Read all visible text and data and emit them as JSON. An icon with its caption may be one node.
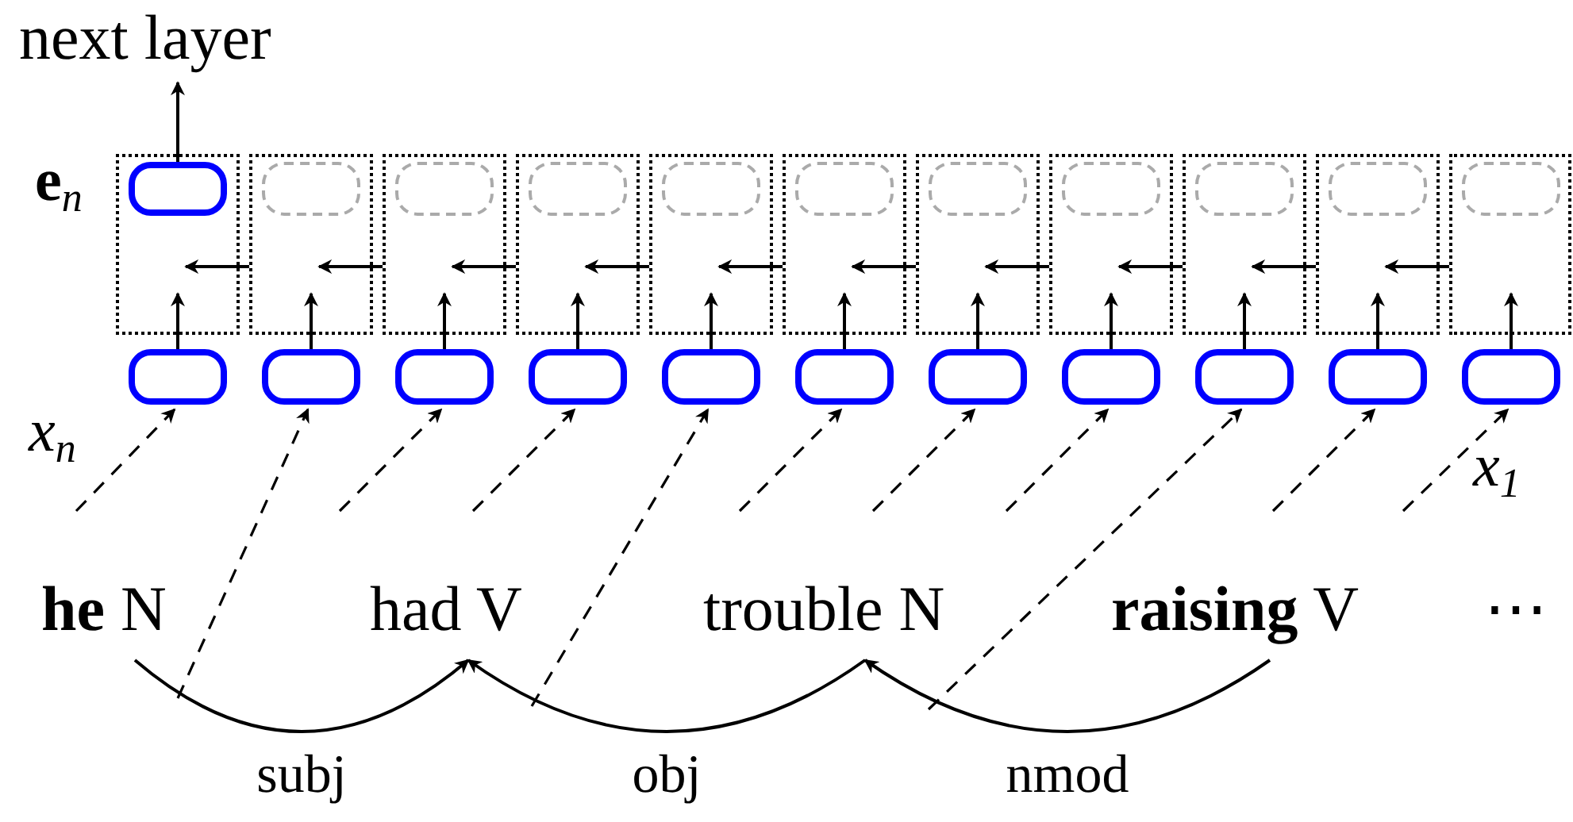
{
  "diagram": {
    "nodes": [
      {
        "text": [
          "next layer"
        ]
      },
      {
        "text": [],
        "shape": "box"
      },
      {
        "text": [],
        "shape": "box"
      },
      {
        "text": [],
        "shape": "box"
      },
      {
        "text": [],
        "shape": "box"
      },
      {
        "text": [],
        "shape": "box"
      },
      {
        "text": [],
        "shape": "box"
      },
      {
        "text": [],
        "shape": "box"
      },
      {
        "text": [],
        "shape": "box"
      },
      {
        "text": [],
        "shape": "box"
      },
      {
        "text": [],
        "shape": "box"
      },
      {
        "text": [],
        "shape": "box"
      },
      {
        "text": [],
        "shape": "box",
        "in": 1
      },
      {
        "text": [],
        "shape": "box",
        "in": 2
      },
      {
        "text": [],
        "shape": "box",
        "in": 3
      },
      {
        "text": [],
        "shape": "box",
        "in": 4
      },
      {
        "text": [],
        "shape": "box",
        "in": 5
      },
      {
        "text": [],
        "shape": "box",
        "in": 6
      },
      {
        "text": [],
        "shape": "box",
        "in": 7
      },
      {
        "text": [],
        "shape": "box",
        "in": 8
      },
      {
        "text": [],
        "shape": "box",
        "in": 9
      },
      {
        "text": [],
        "shape": "box",
        "in": 10
      },
      {
        "text": [],
        "shape": "box",
        "in": 11
      },
      {
        "text": [],
        "shape": "box"
      },
      {
        "text": [],
        "shape": "box"
      },
      {
        "text": [],
        "shape": "box"
      },
      {
        "text": [],
        "shape": "box"
      },
      {
        "text": [],
        "shape": "box"
      },
      {
        "text": [],
        "shape": "box"
      },
      {
        "text": [],
        "shape": "box"
      },
      {
        "text": [],
        "shape": "box"
      },
      {
        "text": [],
        "shape": "box"
      },
      {
        "text": [],
        "shape": "box"
      },
      {
        "text": [],
        "shape": "box"
      },
      {
        "text": [
          "**he** N"
        ]
      },
      {
        "text": [
          "had V"
        ]
      },
      {
        "text": [
          "trouble N"
        ]
      },
      {
        "text": [
          "**raising** V"
        ]
      },
      {
        "text": [
          "⋯"
        ]
      }
    ],
    "edges": [
      {
        "from": 12,
        "to": 0,
        "arrow": "to"
      },
      {
        "from": 2,
        "to": 1,
        "arrow": "to"
      },
      {
        "from": 3,
        "to": 2,
        "arrow": "to"
      },
      {
        "from": 4,
        "to": 3,
        "arrow": "to"
      },
      {
        "from": 5,
        "to": 4,
        "arrow": "to"
      },
      {
        "from": 6,
        "to": 5,
        "arrow": "to"
      },
      {
        "from": 7,
        "to": 6,
        "arrow": "to"
      },
      {
        "from": 8,
        "to": 7,
        "arrow": "to"
      },
      {
        "from": 9,
        "to": 8,
        "arrow": "to"
      },
      {
        "from": 10,
        "to": 9,
        "arrow": "to"
      },
      {
        "from": 11,
        "to": 10,
        "arrow": "to"
      },
      {
        "from": 23,
        "to": 1,
        "arrow": "to"
      },
      {
        "from": 24,
        "to": 2,
        "arrow": "to"
      },
      {
        "from": 25,
        "to": 3,
        "arrow": "to"
      },
      {
        "from": 26,
        "to": 4,
        "arrow": "to"
      },
      {
        "from": 27,
        "to": 5,
        "arrow": "to"
      },
      {
        "from": 28,
        "to": 6,
        "arrow": "to"
      },
      {
        "from": 29,
        "to": 7,
        "arrow": "to"
      },
      {
        "from": 30,
        "to": 8,
        "arrow": "to"
      },
      {
        "from": 31,
        "to": 9,
        "arrow": "to"
      },
      {
        "from": 32,
        "to": 10,
        "arrow": "to"
      },
      {
        "from": 33,
        "to": 11,
        "arrow": "to"
      },
      {
        "from": null,
        "to": 23,
        "arrow": "to",
        "style": "dashed"
      },
      {
        "from": null,
        "to": 24,
        "arrow": "to",
        "style": "dashed"
      },
      {
        "from": null,
        "to": 25,
        "arrow": "to",
        "style": "dashed"
      },
      {
        "from": null,
        "to": 26,
        "arrow": "to",
        "style": "dashed"
      },
      {
        "from": null,
        "to": 27,
        "arrow": "to",
        "style": "dashed"
      },
      {
        "from": null,
        "to": 28,
        "arrow": "to",
        "style": "dashed"
      },
      {
        "from": null,
        "to": 29,
        "arrow": "to",
        "style": "dashed"
      },
      {
        "from": null,
        "to": 30,
        "arrow": "to",
        "style": "dashed"
      },
      {
        "from": null,
        "to": 31,
        "arrow": "to",
        "style": "dashed"
      },
      {
        "from": null,
        "to": 32,
        "arrow": "to",
        "style": "dashed"
      },
      {
        "from": null,
        "to": 33,
        "arrow": "to",
        "style": "dashed"
      },
      {
        "from": 34,
        "to": 35,
        "arrow": "to",
        "label": "subj"
      },
      {
        "from": 36,
        "to": 35,
        "arrow": "to",
        "label": "obj"
      },
      {
        "from": 37,
        "to": 36,
        "arrow": "to",
        "label": "nmod"
      }
    ],
    "labels": [
      "**e**$_{n}$",
      "x$_{n}$",
      "x$_{1}$"
    ]
  }
}
